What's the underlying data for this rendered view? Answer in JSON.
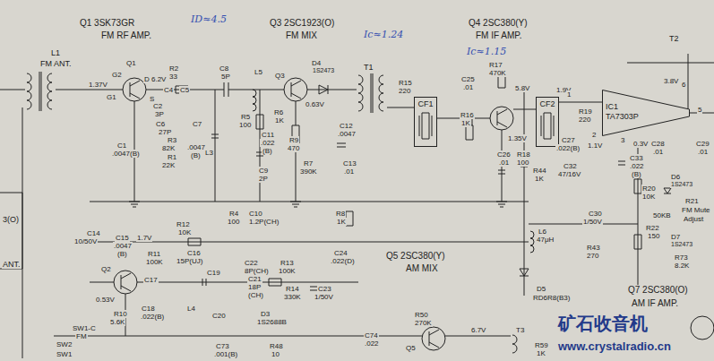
{
  "diagram": {
    "nodes": [
      {
        "text": [
          "CF1"
        ]
      },
      {
        "text": [
          "CF2"
        ]
      },
      {
        "text": [
          "IC1 TA7303P"
        ]
      }
    ],
    "edges": [
      {
        "from": 1,
        "to": 2,
        "arrow": "none"
      }
    ],
    "labels": [
      "Q1 3SK73GR",
      "FM RF AMP.",
      "ID≈4.5",
      "Q3 2SC1923(O)",
      "FM MIX",
      "Ic≈1.24",
      "Q4 2SC380(Y)",
      "FM IF AMP.",
      "Ic≈1.15",
      "T2",
      "L1",
      "FM ANT.",
      "1.37V",
      "G2",
      "Q1",
      "D",
      "6.2V",
      "R2",
      "33",
      "C8",
      "5P",
      "L5",
      "Q3",
      "D4",
      "1S2473",
      "T1",
      "R15",
      "220",
      "C25",
      ".01",
      "R17",
      "470K",
      "5.8V",
      "1.9V",
      "3.8V",
      "6",
      "5",
      "1",
      "2",
      "3",
      "G1",
      "S",
      "C4",
      "C5",
      "C2",
      "3P",
      "C6",
      "27P",
      "C7",
      "C1",
      ".0047(B)",
      "R3",
      "82K",
      "R1",
      "22K",
      ".0047",
      "(B)",
      "R5",
      "100",
      "L3",
      "R6",
      "1K",
      "C11",
      ".022",
      "(B)",
      "C9",
      "2P",
      "C12",
      ".0047",
      "0.63V",
      "R9",
      "470",
      "R7",
      "390K",
      "C13",
      ".01",
      "R16",
      "1K",
      "1.35V",
      "C26",
      ".01",
      "R18",
      "100",
      "R44",
      "1K",
      "R19",
      "220",
      "C27",
      ".022(B)",
      "C32",
      "47/16V",
      "1.1V",
      "0.3V",
      "C28",
      ".01",
      "C29",
      ".01",
      "C33",
      ".022",
      "(B)",
      "R20",
      "10K",
      "D6",
      "1S2473",
      "R21",
      "50KB",
      "FM Mute",
      "Adjust",
      "R22",
      "150",
      "D7",
      "1S2473",
      "R73",
      "8.2K",
      "C30",
      "1/50V",
      "R43",
      "270",
      "L6",
      "47μH",
      "D5",
      "RD6R8(B3)",
      "R4",
      "100",
      "C10",
      "1.2P(CH)",
      "R8",
      "1K",
      "C24",
      ".022(D)",
      "R12",
      "10K",
      "1.7V",
      "C14",
      "10/50V",
      "C15",
      ".0047",
      "(B)",
      "Q5 2SC380(Y)",
      "AM MIX",
      "R11",
      "100K",
      "C16",
      "15P(UJ)",
      "C22",
      "8P(CH)",
      "R13",
      "100K",
      "Q2",
      "0.53V",
      "C19",
      "C17",
      "C21",
      "18P",
      "(CH)",
      "R14",
      "330K",
      "C23",
      "1/50V",
      "C18",
      ".022(B)",
      "L4",
      "C20",
      "D3",
      "1S2688B",
      "R10",
      "5.6K",
      "SW1-C",
      "FM",
      "SW2",
      "SW1",
      "C73",
      ".001(B)",
      "R48",
      "10",
      "C74",
      ".022",
      "R50",
      "270K",
      "Q5",
      "6.7V",
      "T3",
      "R59",
      "1K",
      "Q7 2SC380(O)",
      "AM IF AMP.",
      "3(O)",
      "ANT.",
      "矿石收音机",
      "www.crystalradio.cn"
    ]
  }
}
